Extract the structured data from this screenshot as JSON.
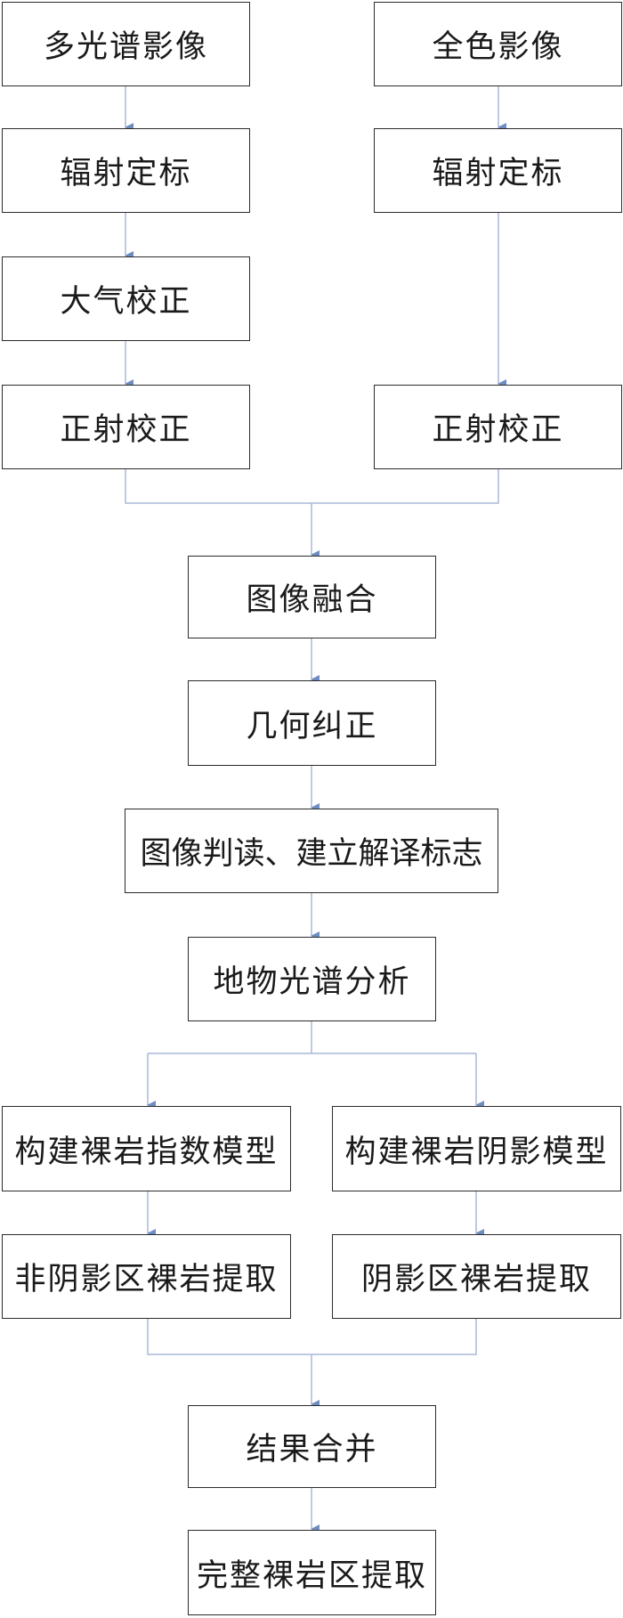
{
  "colors": {
    "connector": "#a8b8d6",
    "arrow": "#6f8cc2",
    "box_border": "#2b2b2b"
  },
  "nodes": {
    "multispectral": "多光谱影像",
    "panchromatic": "全色影像",
    "rad_cal_ms": "辐射定标",
    "rad_cal_pan": "辐射定标",
    "atm_corr": "大气校正",
    "ortho_ms": "正射校正",
    "ortho_pan": "正射校正",
    "fusion": "图像融合",
    "geo_corr": "几何纠正",
    "interpretation": "图像判读、建立解译标志",
    "spectral": "地物光谱分析",
    "index_model": "构建裸岩指数模型",
    "shadow_model": "构建裸岩阴影模型",
    "non_shadow_extract": "非阴影区裸岩提取",
    "shadow_extract": "阴影区裸岩提取",
    "merge": "结果合并",
    "final": "完整裸岩区提取"
  }
}
